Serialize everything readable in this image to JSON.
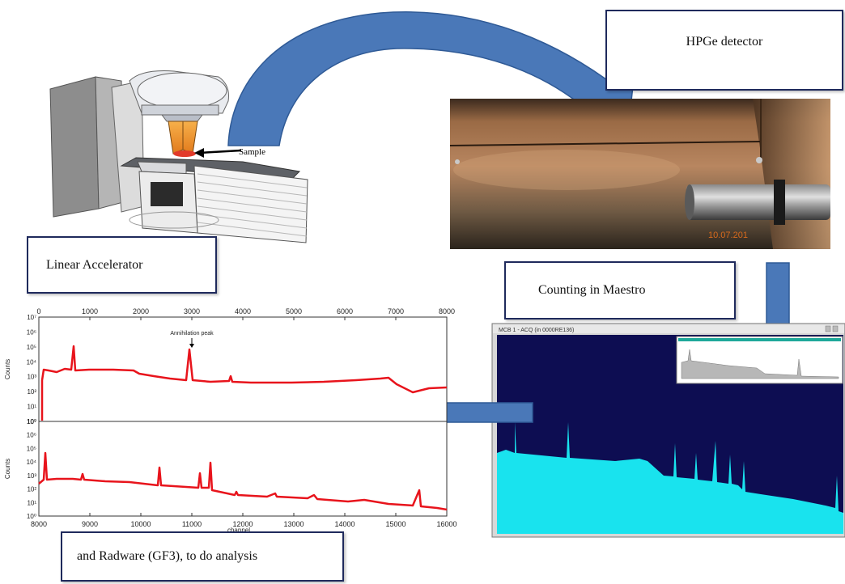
{
  "labels": {
    "hpge": "HPGe detector",
    "linac": "Linear Accelerator",
    "maestro": "Counting in Maestro",
    "radware": "and Radware (GF3), to do analysis",
    "sample": "Sample"
  },
  "photo": {
    "timestamp": "10.07.201"
  },
  "maestro_window": {
    "title": "MCB 1 - ACQ (in 0000RE136)"
  },
  "spectrum_plot": {
    "top_axis_ticks": [
      "0",
      "1000",
      "2000",
      "3000",
      "4000",
      "5000",
      "6000",
      "7000",
      "8000"
    ],
    "bottom_axis_ticks": [
      "8000",
      "9000",
      "10000",
      "11000",
      "12000",
      "13000",
      "14000",
      "15000",
      "16000"
    ],
    "y_ticks": [
      "10⁷",
      "10⁶",
      "10⁵",
      "10⁴",
      "10³",
      "10²",
      "10¹",
      "10⁰"
    ],
    "ylabel": "Counts",
    "xlabel": "channel",
    "annotation": "Annihilation peak"
  },
  "colors": {
    "arrow": "#4a78b8",
    "box_border": "#1f2a5c",
    "spectrum": "#e8141c",
    "maestro_bg": "#0d0d52",
    "maestro_fill": "#19e3ee"
  }
}
